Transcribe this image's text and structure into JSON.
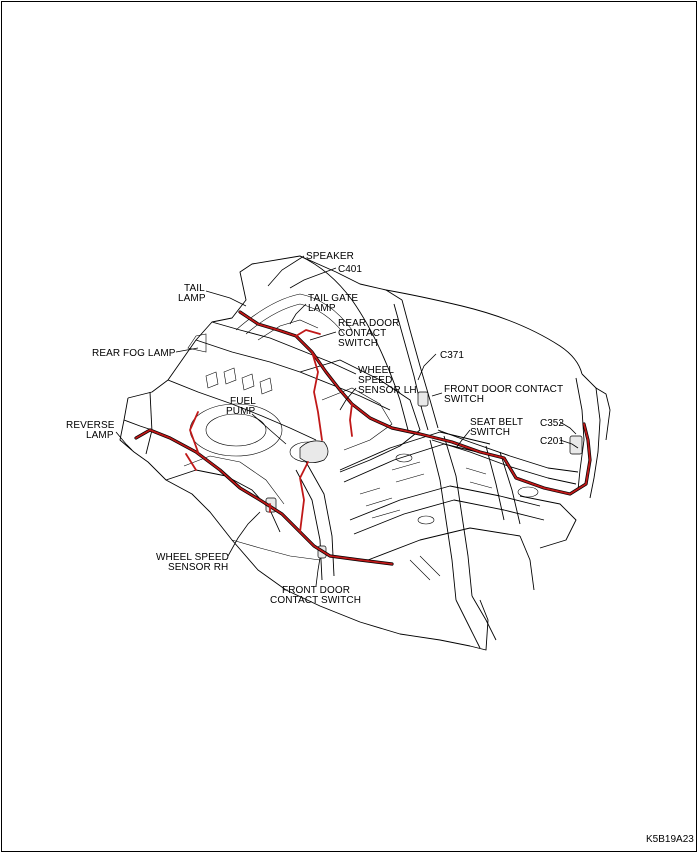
{
  "figure_code": "K5B19A23",
  "colors": {
    "harness": "#c01818",
    "line": "#000000",
    "background": "#ffffff"
  },
  "labels": {
    "speaker": "SPEAKER",
    "c401": "C401",
    "tail_lamp_1": "TAIL",
    "tail_lamp_2": "LAMP",
    "tail_gate_lamp_1": "TAIL GATE",
    "tail_gate_lamp_2": "LAMP",
    "rear_door_switch_1": "REAR DOOR",
    "rear_door_switch_2": "CONTACT",
    "rear_door_switch_3": "SWITCH",
    "rear_fog_lamp": "REAR FOG LAMP",
    "c371": "C371",
    "wheel_speed_lh_1": "WHEEL",
    "wheel_speed_lh_2": "SPEED",
    "wheel_speed_lh_3": "SENSOR LH",
    "front_door_switch_top_1": "FRONT DOOR CONTACT",
    "front_door_switch_top_2": "SWITCH",
    "fuel_pump_1": "FUEL",
    "fuel_pump_2": "PUMP",
    "reverse_lamp_1": "REVERSE",
    "reverse_lamp_2": "LAMP",
    "seat_belt_switch_1": "SEAT BELT",
    "seat_belt_switch_2": "SWITCH",
    "c352": "C352",
    "c201": "C201",
    "wheel_speed_rh_1": "WHEEL SPEED",
    "wheel_speed_rh_2": "SENSOR RH",
    "front_door_switch_bottom_1": "FRONT DOOR",
    "front_door_switch_bottom_2": "CONTACT SWITCH"
  }
}
